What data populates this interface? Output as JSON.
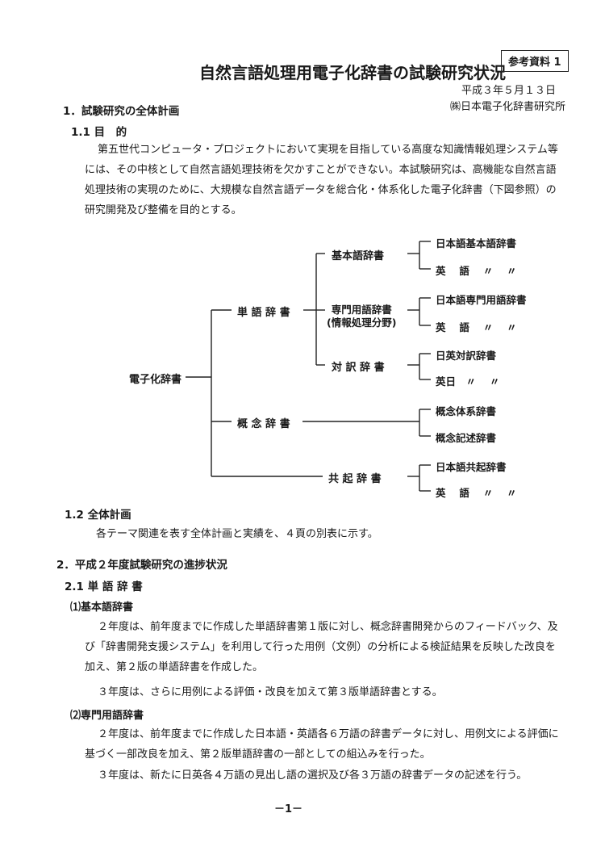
{
  "header": {
    "title": "自然言語処理用電子化辞書の試験研究状況",
    "reference_box": "参考資料 1",
    "date": "平成３年５月１３日",
    "organization": "㈱日本電子化辞書研究所"
  },
  "sections": {
    "s1": {
      "heading": "1．試験研究の全体計画",
      "s1_1": {
        "heading": "1.1 目　的",
        "paragraph": "第五世代コンピュータ・プロジェクトにおいて実現を目指している高度な知識情報処理システム等\nには、その中核として自然言語処理技術を欠かすことができない。本試験研究は、高機能な自然言語\n処理技術の実現のために、大規模な自然言語データを総合化・体系化した電子化辞書（下図参照）の\n研究開発及び整備を目的とする。"
      },
      "s1_2": {
        "heading": "1.2 全体計画",
        "paragraph": "各テーマ関連を表す全体計画と実績を、４頁の別表に示す。"
      }
    },
    "s2": {
      "heading": "2．平成２年度試験研究の進捗状況",
      "s2_1": {
        "heading": "2.1 単 語 辞 書",
        "item1": {
          "heading": "⑴基本語辞書",
          "paragraph1": "２年度は、前年度までに作成した単語辞書第１版に対し、概念辞書開発からのフィードバック、及\nび「辞書開発支援システム」を利用して行った用例（文例）の分析による検証結果を反映した改良を\n加え、第２版の単語辞書を作成した。",
          "paragraph2": "３年度は、さらに用例による評価・改良を加えて第３版単語辞書とする。"
        },
        "item2": {
          "heading": "⑵専門用語辞書",
          "paragraph1": "２年度は、前年度までに作成した日本語・英語各６万語の辞書データに対し、用例文による評価に\n基づく一部改良を加え、第２版単語辞書の一部としての組込みを行った。",
          "paragraph2": "３年度は、新たに日英各４万語の見出し語の選択及び各３万語の辞書データの記述を行う。"
        }
      }
    }
  },
  "tree": {
    "root": "電子化辞書",
    "word_dict": "単 語 辞 書",
    "basic_dict": "基本語辞書",
    "jp_basic": "日本語基本語辞書",
    "en_basic": "英　 語　 〃　 〃",
    "special_dict_line1": "専門用語辞書",
    "special_dict_line2": "(情報処理分野)",
    "jp_special": "日本語専門用語辞書",
    "en_special": "英　 語　 〃　 〃",
    "bilingual_dict": "対 訳 辞 書",
    "je_bilingual": "日英対訳辞書",
    "ej_bilingual": "英日　〃　 〃",
    "concept_dict": "概 念 辞 書",
    "concept_system": "概念体系辞書",
    "concept_desc": "概念記述辞書",
    "cooccur_dict": "共 起 辞 書",
    "jp_cooccur": "日本語共起辞書",
    "en_cooccur": "英　 語　 〃　 〃"
  },
  "footer": {
    "page_number": "－1－"
  }
}
